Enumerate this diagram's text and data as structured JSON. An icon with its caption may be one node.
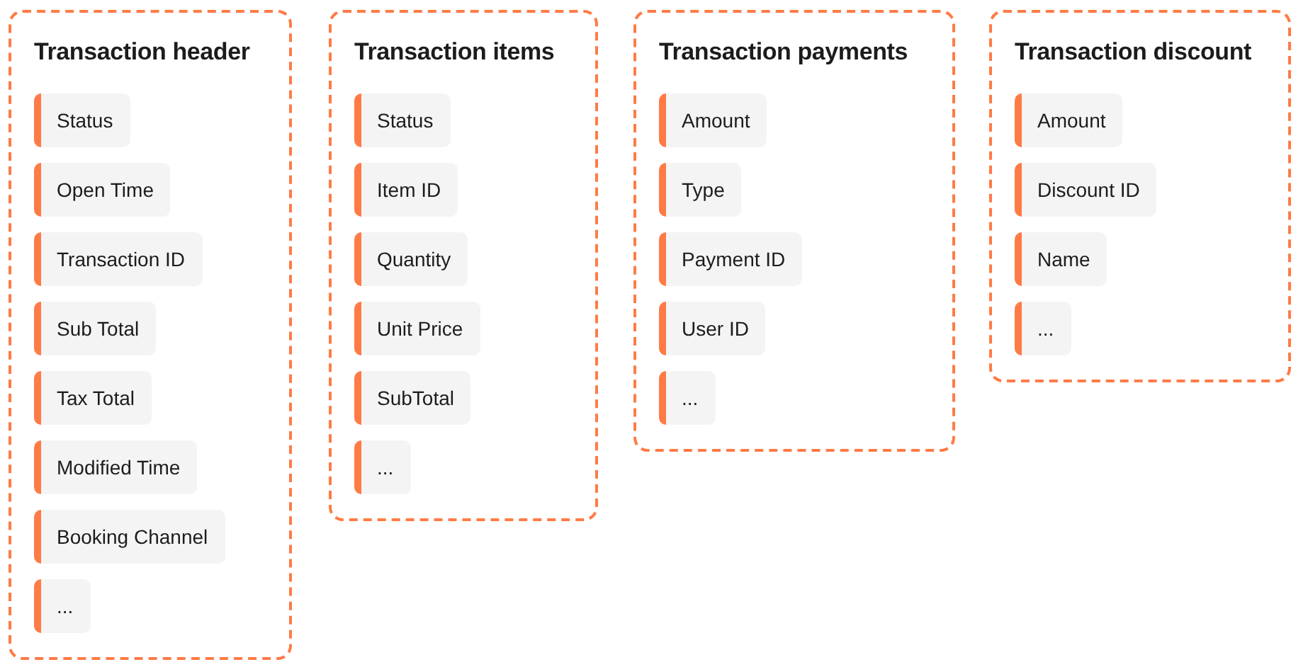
{
  "diagram": {
    "nodes": [
      {
        "text": [
          "Transaction header"
        ]
      },
      {
        "text": [
          "Status"
        ],
        "in": 0
      },
      {
        "text": [
          "Open Time"
        ],
        "in": 0
      },
      {
        "text": [
          "Transaction ID"
        ],
        "in": 0
      },
      {
        "text": [
          "Sub Total"
        ],
        "in": 0
      },
      {
        "text": [
          "Tax Total"
        ],
        "in": 0
      },
      {
        "text": [
          "Modified Time"
        ],
        "in": 0
      },
      {
        "text": [
          "Booking Channel"
        ],
        "in": 0
      },
      {
        "text": [
          "..."
        ],
        "in": 0
      },
      {
        "text": [
          "Transaction items"
        ]
      },
      {
        "text": [
          "Status"
        ],
        "in": 9
      },
      {
        "text": [
          "Item ID"
        ],
        "in": 9
      },
      {
        "text": [
          "Quantity"
        ],
        "in": 9
      },
      {
        "text": [
          "Unit Price"
        ],
        "in": 9
      },
      {
        "text": [
          "SubTotal"
        ],
        "in": 9
      },
      {
        "text": [
          "..."
        ],
        "in": 9
      },
      {
        "text": [
          "Transaction payments"
        ]
      },
      {
        "text": [
          "Amount"
        ],
        "in": 16
      },
      {
        "text": [
          "Type"
        ],
        "in": 16
      },
      {
        "text": [
          "Payment ID"
        ],
        "in": 16
      },
      {
        "text": [
          "User ID"
        ],
        "in": 16
      },
      {
        "text": [
          "..."
        ],
        "in": 16
      },
      {
        "text": [
          "Transaction discount"
        ]
      },
      {
        "text": [
          "Amount"
        ],
        "in": 22
      },
      {
        "text": [
          "Discount ID"
        ],
        "in": 22
      },
      {
        "text": [
          "Name"
        ],
        "in": 22
      },
      {
        "text": [
          "..."
        ],
        "in": 22
      }
    ],
    "edges": []
  }
}
